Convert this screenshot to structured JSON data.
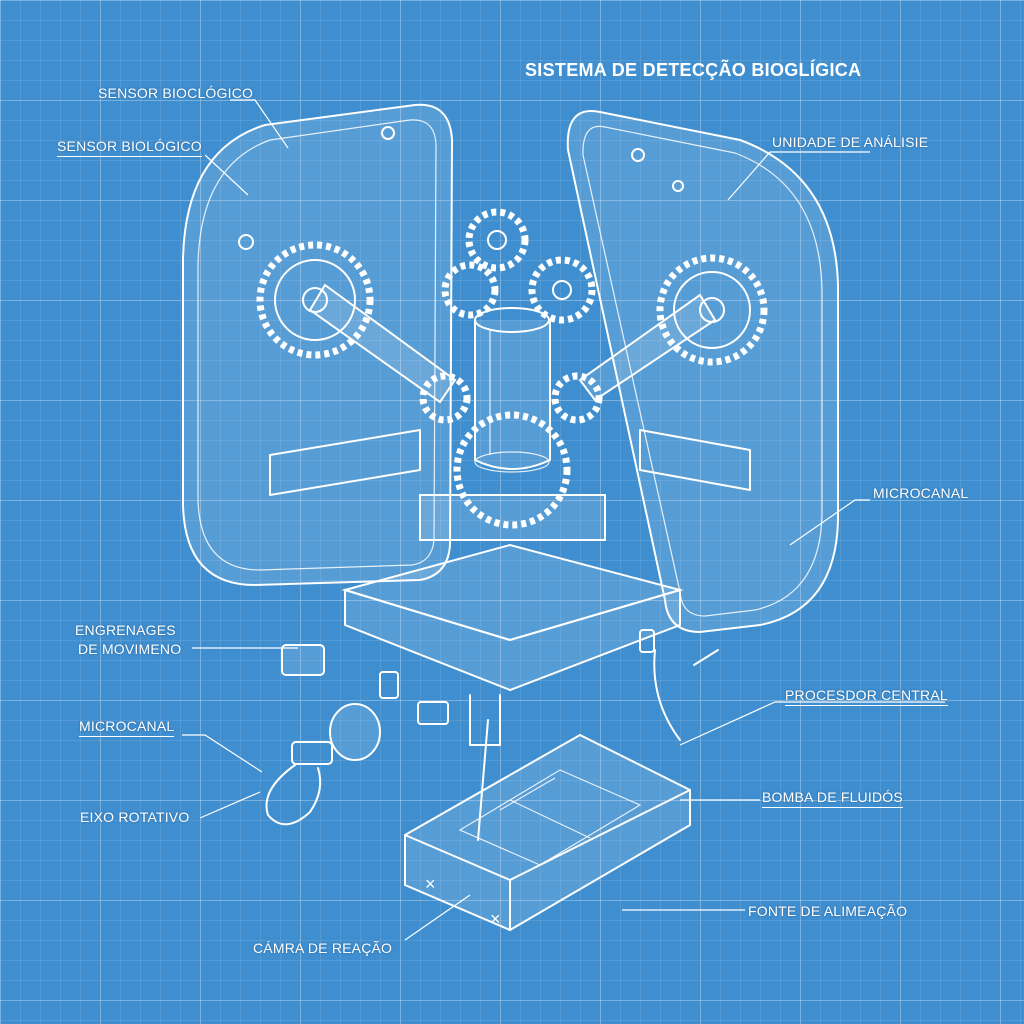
{
  "title": "SISTEMA DE DETECÇÃO BIOGLÍGICA",
  "labels": {
    "sensor_bioclogico": "SENSOR BIOCLÓGICO",
    "sensor_biologico": "SENSOR BIOLÓGICO",
    "unidade_analise": "UNIDADE DE ANÁLISIE",
    "microcanal_right": "MICROCANAL",
    "engrenages_1": "ENGRENAGES",
    "engrenages_2": "DE MOVIMENO",
    "microcanal_left": "MICROCANAL",
    "procesdor_central": "PROCESDOR CENTRAL",
    "eixo_rotativo": "EIXO ROTATIVO",
    "bomba_fluidos": "BOMBA DE FLUIDÓS",
    "fonte_alimeacao": "FONTE DE ALIMEAÇÃO",
    "camra_reacao": "CÁMRA DE REAÇÃO"
  },
  "colors": {
    "background": "#3f8fd0",
    "line": "#ffffff"
  }
}
